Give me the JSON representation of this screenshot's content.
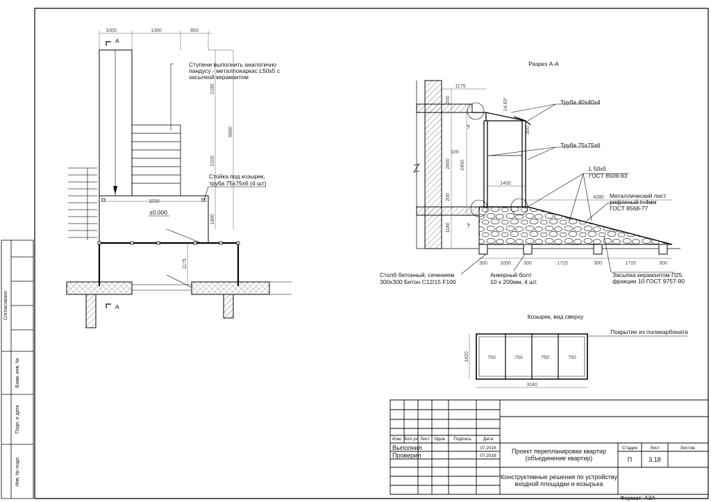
{
  "sheet": {
    "format_label": "Формат: А3А",
    "side_stamp": {
      "agreed": "Согласовано",
      "inv_replace": "Взам. инв. №",
      "sign_date": "Подп. и дата",
      "inv_orig": "Инв. № подл."
    }
  },
  "plan": {
    "section_mark": "А",
    "dims_top": [
      "1000",
      "1350",
      "850"
    ],
    "dims_vertical": [
      "2180",
      "5680",
      "2100",
      "1460",
      "1175"
    ],
    "dim_3200": "3200",
    "level": "±0.000",
    "note_steps": [
      "Ступени выполнить аналогично",
      "пандусу - металлокаркас L50х5 с",
      "засыпкой керамзитом"
    ],
    "note_post": [
      "Стойка под козырек,",
      "труба 75х75х6 (4 шт)"
    ]
  },
  "section": {
    "title": "Разрез А-А",
    "dims": {
      "d1175": "1175",
      "d200a": "200",
      "angle": "14,83°",
      "d300": "300",
      "d100": "100",
      "d2800": "2800",
      "d2450": "2450",
      "d1400": "1400",
      "d200b": "200",
      "d1180": "1180",
      "d4280": "4280",
      "d1050": "1050",
      "d1715a": "1715",
      "d1715b": "1715",
      "q": "?"
    },
    "bottom_dims": [
      "300",
      "1050",
      "300",
      "1715",
      "300",
      "1715",
      "300"
    ],
    "callouts": {
      "pipe40": "Труба 40х40х4",
      "pipe75": "Труба 75х75х6",
      "angle_l": [
        "L 50х5",
        "ГОСТ 8509-93"
      ],
      "sheet": [
        "Металлический лист",
        "рифленый t=4мм",
        "ГОСТ 8568-77"
      ],
      "fill": [
        "Засыпка керамзитом П25",
        "фракции 10 ГОСТ 9757-90"
      ],
      "post": [
        "Столб бетонный, сечением",
        "300х300 Бетон С12/15 F100"
      ],
      "bolt": [
        "Анкерный болт",
        "10 х 200мм, 4 шт."
      ]
    }
  },
  "canopy": {
    "title": "Козырек, вид сверху",
    "note": "Покрытие из поликарбоната",
    "bays": [
      "750",
      "750",
      "750",
      "750"
    ],
    "width": "3240",
    "depth": "1420"
  },
  "title_block": {
    "headers": [
      "Изм.",
      "Кол.уч",
      "Лист",
      "Nдок.",
      "Подпись",
      "Дата"
    ],
    "rows": [
      {
        "role": "Выполнил",
        "date": "07.2016"
      },
      {
        "role": "Проверил",
        "date": "07.2016"
      }
    ],
    "project": [
      "Проект перепланировки квартир",
      "(объединение квартир)"
    ],
    "stage_label": "Стадия",
    "sheet_label": "Лист",
    "sheets_label": "Листов",
    "stage_value": "П",
    "sheet_value": "3.18",
    "description": [
      "Конструктивные решения по устройству",
      "входной площадки и козырька"
    ]
  }
}
